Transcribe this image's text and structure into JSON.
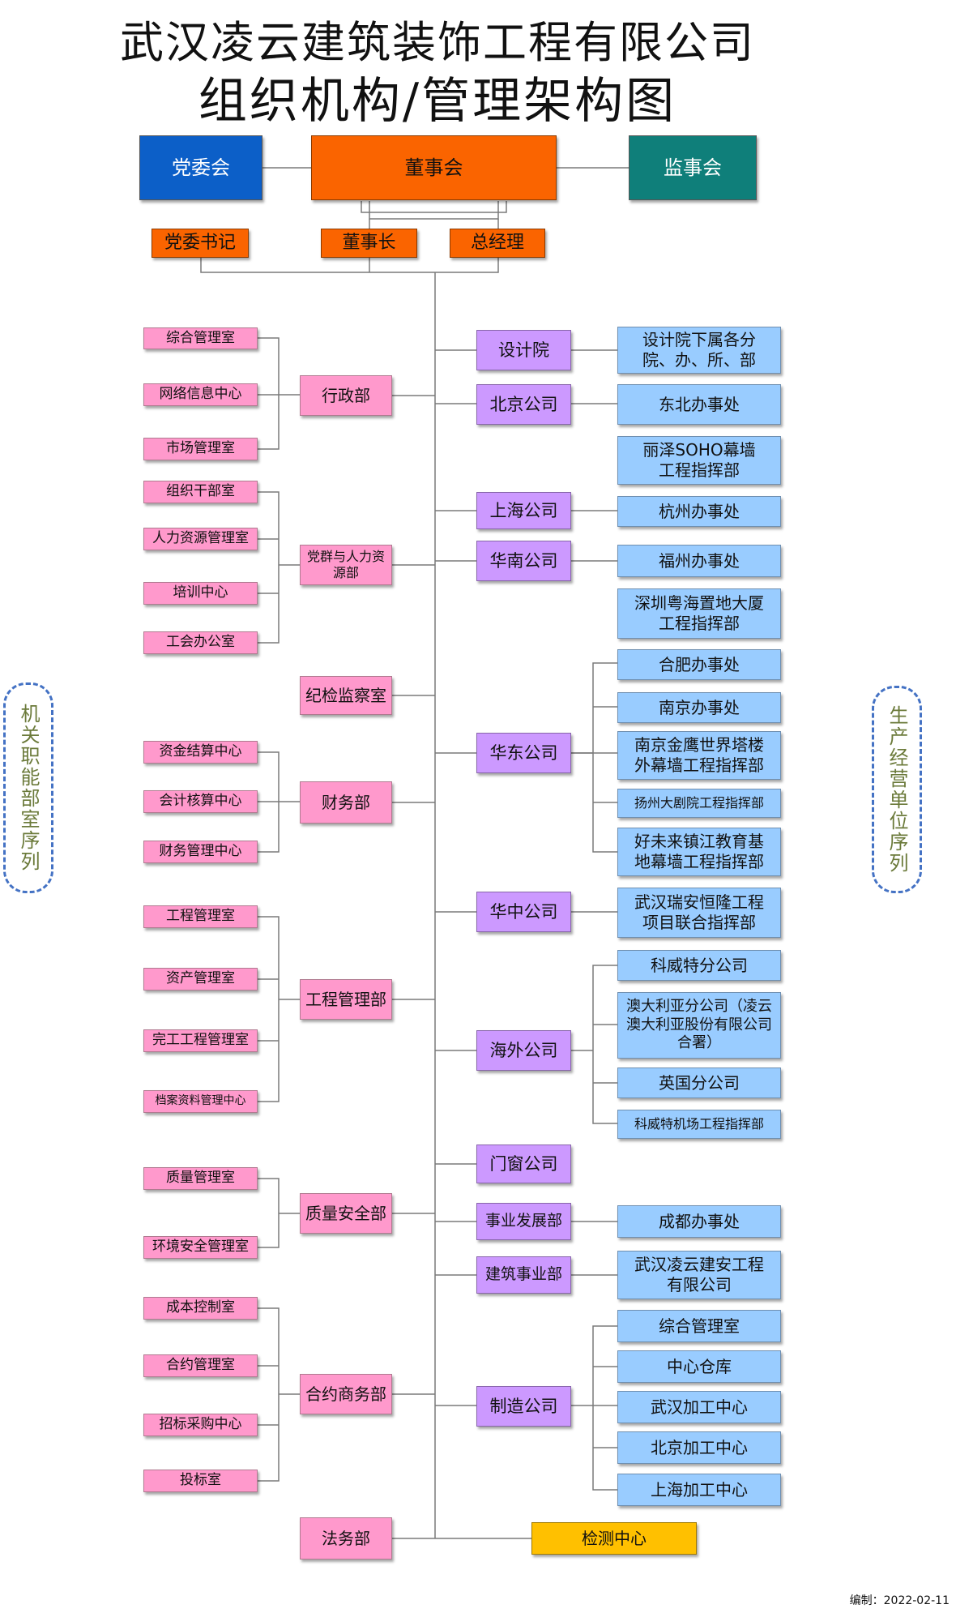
{
  "title_line1": "武汉凌云建筑装饰工程有限公司",
  "title_line2": "组织机构/管理架构图",
  "top": {
    "party_committee": "党委会",
    "board": "董事会",
    "supervisors": "监事会"
  },
  "executives": {
    "party_secretary": "党委书记",
    "chairman": "董事长",
    "general_manager": "总经理"
  },
  "functional_depts": {
    "admin": {
      "label": "行政部",
      "subs": [
        "综合管理室",
        "网络信息中心",
        "市场管理室"
      ]
    },
    "hr": {
      "label": "党群与人力资源部",
      "subs": [
        "组织干部室",
        "人力资源管理室",
        "培训中心",
        "工会办公室"
      ]
    },
    "discipline": {
      "label": "纪检监察室"
    },
    "finance": {
      "label": "财务部",
      "subs": [
        "资金结算中心",
        "会计核算中心",
        "财务管理中心"
      ]
    },
    "engineering": {
      "label": "工程管理部",
      "subs": [
        "工程管理室",
        "资产管理室",
        "完工工程管理室",
        "档案资料管理中心"
      ]
    },
    "quality": {
      "label": "质量安全部",
      "subs": [
        "质量管理室",
        "环境安全管理室"
      ]
    },
    "contract": {
      "label": "合约商务部",
      "subs": [
        "成本控制室",
        "合约管理室",
        "招标采购中心",
        "投标室"
      ]
    },
    "legal": {
      "label": "法务部"
    }
  },
  "production_units": {
    "design": {
      "label": "设计院",
      "subs": [
        "设计院下属各分院、办、所、部"
      ]
    },
    "beijing": {
      "label": "北京公司",
      "subs": [
        "东北办事处",
        "丽泽SOHO幕墙工程指挥部"
      ]
    },
    "shanghai": {
      "label": "上海公司",
      "subs": [
        "杭州办事处"
      ]
    },
    "huanan": {
      "label": "华南公司",
      "subs": [
        "福州办事处",
        "深圳粤海置地大厦工程指挥部"
      ]
    },
    "huadong": {
      "label": "华东公司",
      "subs": [
        "合肥办事处",
        "南京办事处",
        "南京金鹰世界塔楼外幕墙工程指挥部",
        "扬州大剧院工程指挥部",
        "好未来镇江教育基地幕墙工程指挥部"
      ]
    },
    "huazhong": {
      "label": "华中公司",
      "subs": [
        "武汉瑞安恒隆工程项目联合指挥部"
      ]
    },
    "overseas": {
      "label": "海外公司",
      "subs": [
        "科威特分公司",
        "澳大利亚分公司（凌云澳大利亚股份有限公司合署）",
        "英国分公司",
        "科威特机场工程指挥部"
      ]
    },
    "doors": {
      "label": "门窗公司"
    },
    "bizdev": {
      "label": "事业发展部",
      "subs": [
        "成都办事处"
      ]
    },
    "construction": {
      "label": "建筑事业部",
      "subs": [
        "武汉凌云建安工程有限公司"
      ]
    },
    "manufacturing": {
      "label": "制造公司",
      "subs": [
        "综合管理室",
        "中心仓库",
        "武汉加工中心",
        "北京加工中心",
        "上海加工中心"
      ]
    },
    "testing": {
      "label": "检测中心"
    }
  },
  "side_labels": {
    "left": "机关职能部室序列",
    "right": "生产经营单位序列"
  },
  "footer": "编制：2022-02-11",
  "colors": {
    "party": "#0c5fc8",
    "board": "#fa6400",
    "supervisors": "#0f7f7a",
    "functional": "#ff99cc",
    "production": "#cc99ff",
    "sub_unit": "#99ccff",
    "testing": "#ffc000"
  }
}
